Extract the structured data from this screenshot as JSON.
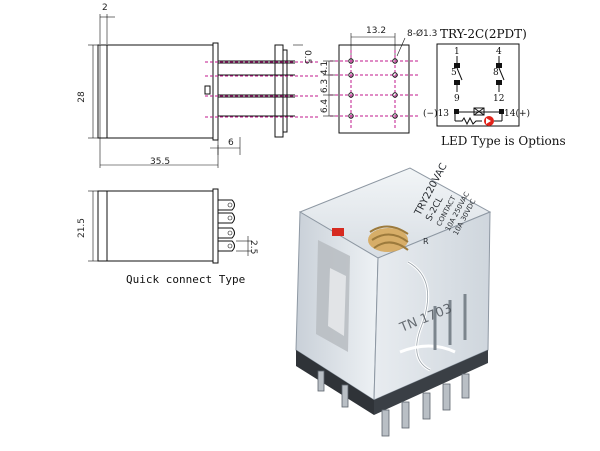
{
  "dimensions": {
    "d_2": "2",
    "d_28": "28",
    "d_35_5": "35.5",
    "d_6": "6",
    "d_0_5": "0.5",
    "d_13_2": "13.2",
    "d_hole": "8-Ø1.3",
    "d_4_1": "4.1",
    "d_6_3": "6.3",
    "d_6_4": "6.4",
    "d_21_5": "21.5",
    "d_2_5": "2.5"
  },
  "labels": {
    "quick_connect": "Quick connect Type",
    "model_title": "TRY-2C(2PDT)",
    "led_note": "LED Type is Options"
  },
  "schematic": {
    "pin_1": "1",
    "pin_4": "4",
    "pin_5": "5",
    "pin_8": "8",
    "pin_9": "9",
    "pin_12": "12",
    "coil_minus": "(−)13",
    "coil_plus": "14(+)"
  },
  "relay_print": {
    "line1": "TRY220VAC",
    "line2": "S-2CL",
    "line3": "CONTACT",
    "line4": "10A 250VAC",
    "line5": "10A 30VDC",
    "batch": "TN 1703",
    "mark": "R"
  },
  "colors": {
    "dimension_line": "#111111",
    "center_line": "#c2188c",
    "led_red": "#e2231a",
    "housing": "#dfe5ec"
  }
}
